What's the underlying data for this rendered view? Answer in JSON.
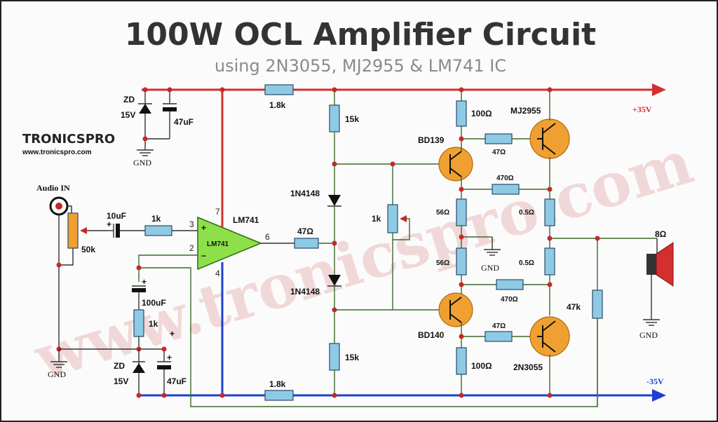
{
  "title": "100W OCL Amplifier Circuit",
  "subtitle": "using 2N3055, MJ2955 & LM741 IC",
  "brand": {
    "name": "TRONICSPRO",
    "url": "www.tronicspro.com"
  },
  "watermark": "www.tronicspro.com",
  "rails": {
    "positive": "+35V",
    "negative": "-35V"
  },
  "labels": {
    "audio_in": "Audio IN",
    "gnd": "GND",
    "zd": "ZD",
    "zd_voltage": "15V",
    "cap_47u": "47uF",
    "cap_10u": "10uF",
    "cap_100u": "100uF",
    "pot_50k": "50k",
    "r_1k": "1k",
    "r_1_8k": "1.8k",
    "r_15k": "15k",
    "r_47": "47Ω",
    "r_47_small": "47Ω",
    "r_100": "100Ω",
    "r_470": "470Ω",
    "r_56": "56Ω",
    "r_0_5": "0.5Ω",
    "r_47k": "47k",
    "diode": "1N4148",
    "opamp": "LM741",
    "pin2": "2",
    "pin3": "3",
    "pin4": "4",
    "pin6": "6",
    "pin7": "7",
    "plus": "+",
    "minus": "−",
    "q_bd139": "BD139",
    "q_bd140": "BD140",
    "q_mj2955": "MJ2955",
    "q_2n3055": "2N3055",
    "speaker": "8Ω"
  },
  "colors": {
    "positive_rail": "#d32f2f",
    "negative_rail": "#1e3fd0",
    "transistor": "#f0a030",
    "resistor": "#8ecae6",
    "opamp": "#8ee04a"
  }
}
